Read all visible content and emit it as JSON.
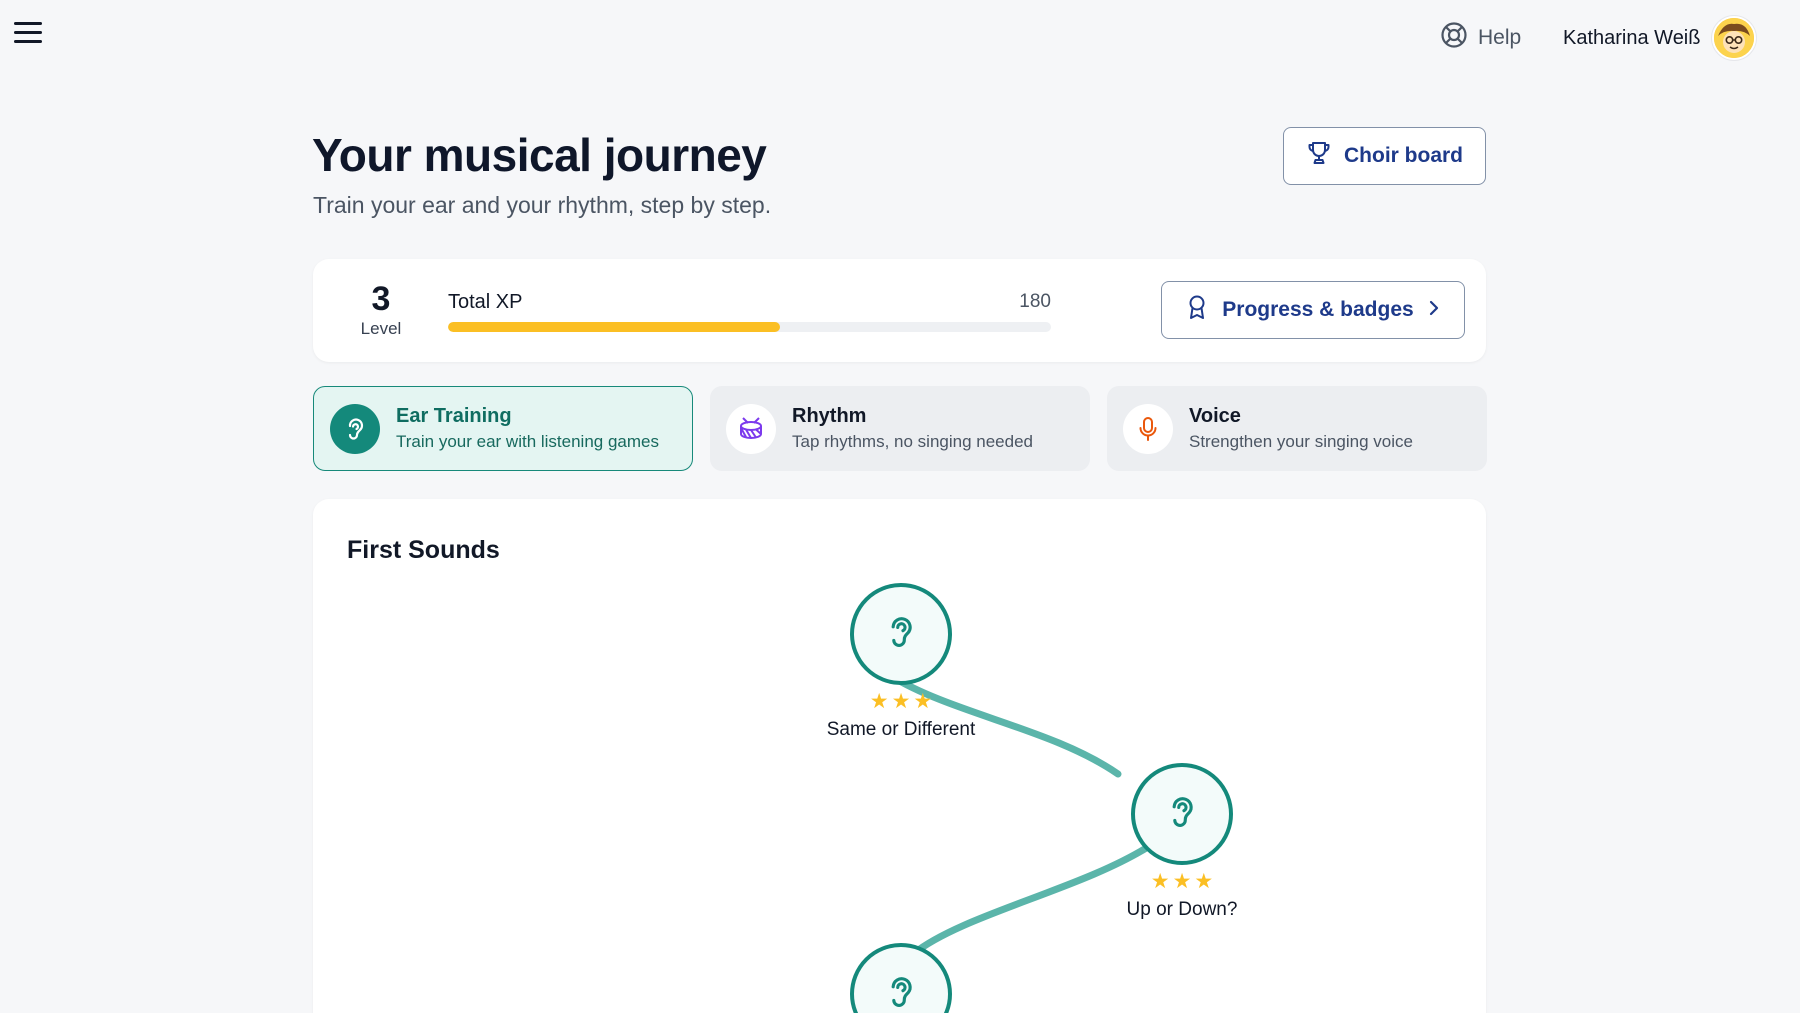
{
  "header": {
    "help_label": "Help",
    "user_name": "Katharina Weiß"
  },
  "page": {
    "title": "Your musical journey",
    "subtitle": "Train your ear and your rhythm, step by step.",
    "choir_board_label": "Choir board"
  },
  "xp": {
    "level": "3",
    "level_label": "Level",
    "total_label": "Total XP",
    "total_value": "180",
    "progress_fraction": 0.55,
    "progress_badges_label": "Progress & badges"
  },
  "tracks": [
    {
      "title": "Ear Training",
      "description": "Train your ear with listening games",
      "active": true,
      "icon": "ear-icon"
    },
    {
      "title": "Rhythm",
      "description": "Tap rhythms, no singing needed",
      "active": false,
      "icon": "drum-icon"
    },
    {
      "title": "Voice",
      "description": "Strengthen your singing voice",
      "active": false,
      "icon": "microphone-icon"
    }
  ],
  "section": {
    "title": "First Sounds",
    "lessons": [
      {
        "label": "Same or Different",
        "stars": 3,
        "icon": "ear-icon"
      },
      {
        "label": "Up or Down?",
        "stars": 3,
        "icon": "ear-icon"
      },
      {
        "label": "",
        "stars": 0,
        "icon": "ear-icon"
      }
    ]
  },
  "colors": {
    "accent": "#14897b",
    "path": "#5bb5aa",
    "star": "#fbbf24",
    "xp_fill": "#fbbf24",
    "button_text": "#1e3a8a"
  }
}
